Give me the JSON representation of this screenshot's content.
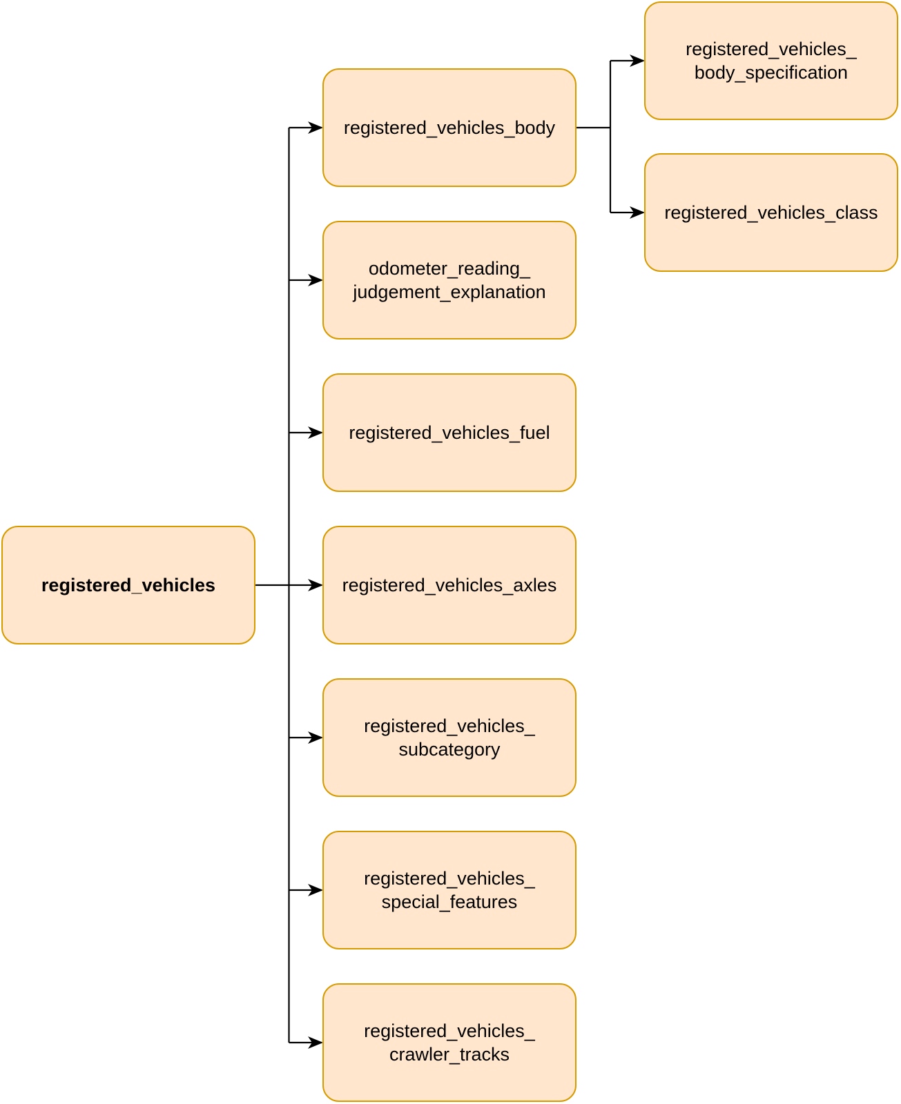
{
  "colors": {
    "node_fill": "#ffe6cc",
    "node_border": "#d79b00",
    "edge": "#000000"
  },
  "nodes": {
    "root": {
      "label": "registered_vehicles"
    },
    "body": {
      "label": "registered_vehicles_body"
    },
    "odometer": {
      "label": "odometer_reading_\njudgement_explanation"
    },
    "fuel": {
      "label": "registered_vehicles_fuel"
    },
    "axles": {
      "label": "registered_vehicles_axles"
    },
    "subcategory": {
      "label": "registered_vehicles_\nsubcategory"
    },
    "special_features": {
      "label": "registered_vehicles_\nspecial_features"
    },
    "crawler_tracks": {
      "label": "registered_vehicles_\ncrawler_tracks"
    },
    "body_specification": {
      "label": "registered_vehicles_\nbody_specification"
    },
    "class": {
      "label": "registered_vehicles_class"
    }
  },
  "edges": [
    {
      "from": "root",
      "to": "body"
    },
    {
      "from": "root",
      "to": "odometer"
    },
    {
      "from": "root",
      "to": "fuel"
    },
    {
      "from": "root",
      "to": "axles"
    },
    {
      "from": "root",
      "to": "subcategory"
    },
    {
      "from": "root",
      "to": "special_features"
    },
    {
      "from": "root",
      "to": "crawler_tracks"
    },
    {
      "from": "body",
      "to": "body_specification"
    },
    {
      "from": "body",
      "to": "class"
    }
  ]
}
